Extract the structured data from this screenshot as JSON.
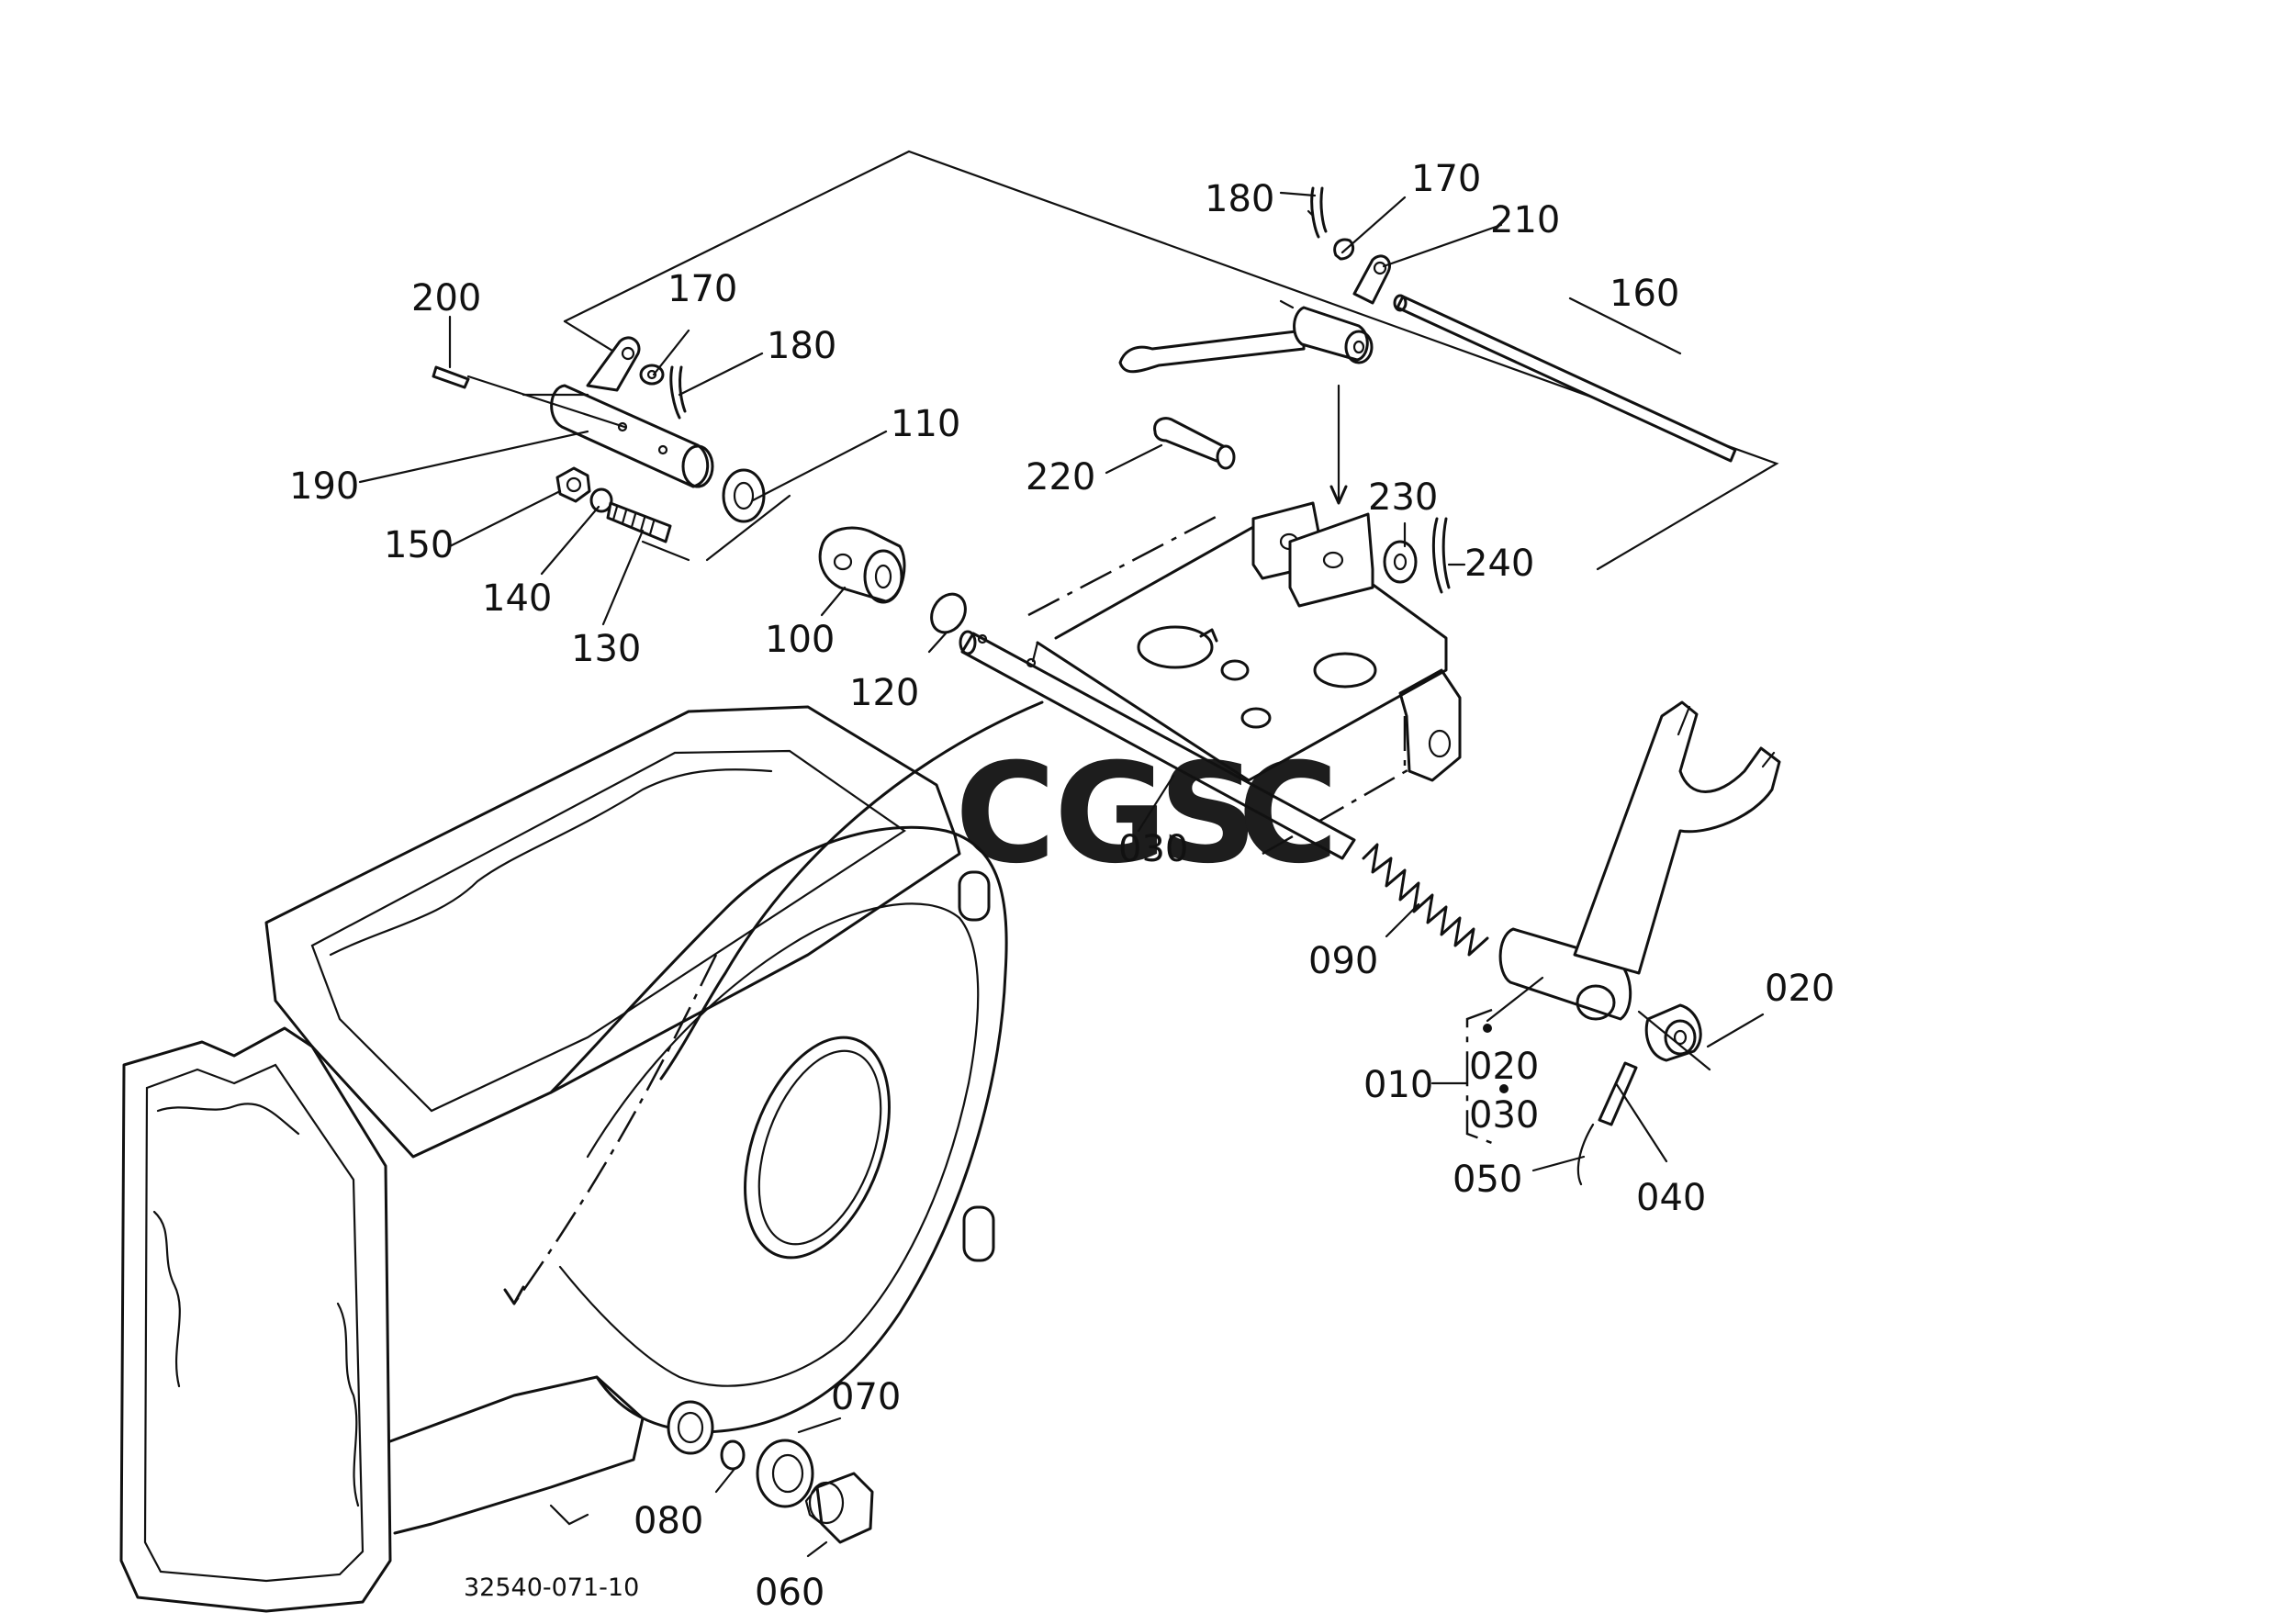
{
  "diagram_code": "32540-071-10",
  "watermark": {
    "letters": [
      "C",
      "G",
      "S",
      "C"
    ],
    "colors": [
      "#7aa7f5",
      "#f07a72",
      "#f7d14c",
      "#5cb587"
    ]
  },
  "callouts": {
    "c010": "010",
    "c020": "020",
    "c020b": "020",
    "c030": "030",
    "c030b": "030",
    "c040": "040",
    "c050": "050",
    "c060": "060",
    "c070": "070",
    "c080": "080",
    "c090": "090",
    "c100": "100",
    "c110": "110",
    "c120": "120",
    "c130": "130",
    "c140": "140",
    "c150": "150",
    "c160": "160",
    "c170a": "170",
    "c170b": "170",
    "c180a": "180",
    "c180b": "180",
    "c190": "190",
    "c200": "200",
    "c210": "210",
    "c220": "220",
    "c230": "230",
    "c240": "240"
  }
}
